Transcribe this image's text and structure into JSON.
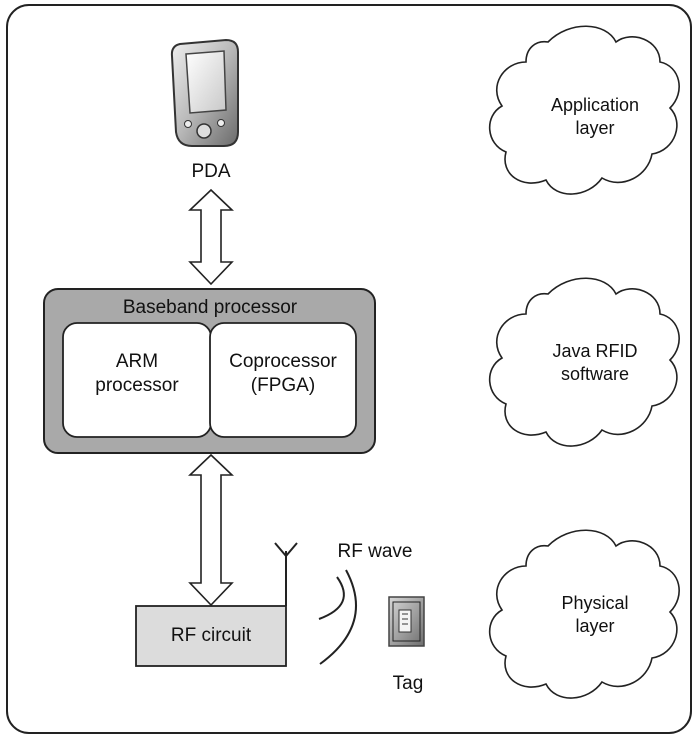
{
  "nodes": {
    "pda": "PDA",
    "baseband": "Baseband processor",
    "arm": [
      "ARM",
      "processor"
    ],
    "coprocessor": [
      "Coprocessor",
      "(FPGA)"
    ],
    "rf_circuit": "RF circuit",
    "rf_wave": "RF wave",
    "tag": "Tag"
  },
  "layers": {
    "application": [
      "Application",
      "layer"
    ],
    "java": [
      "Java RFID",
      "software"
    ],
    "physical": [
      "Physical",
      "layer"
    ]
  }
}
